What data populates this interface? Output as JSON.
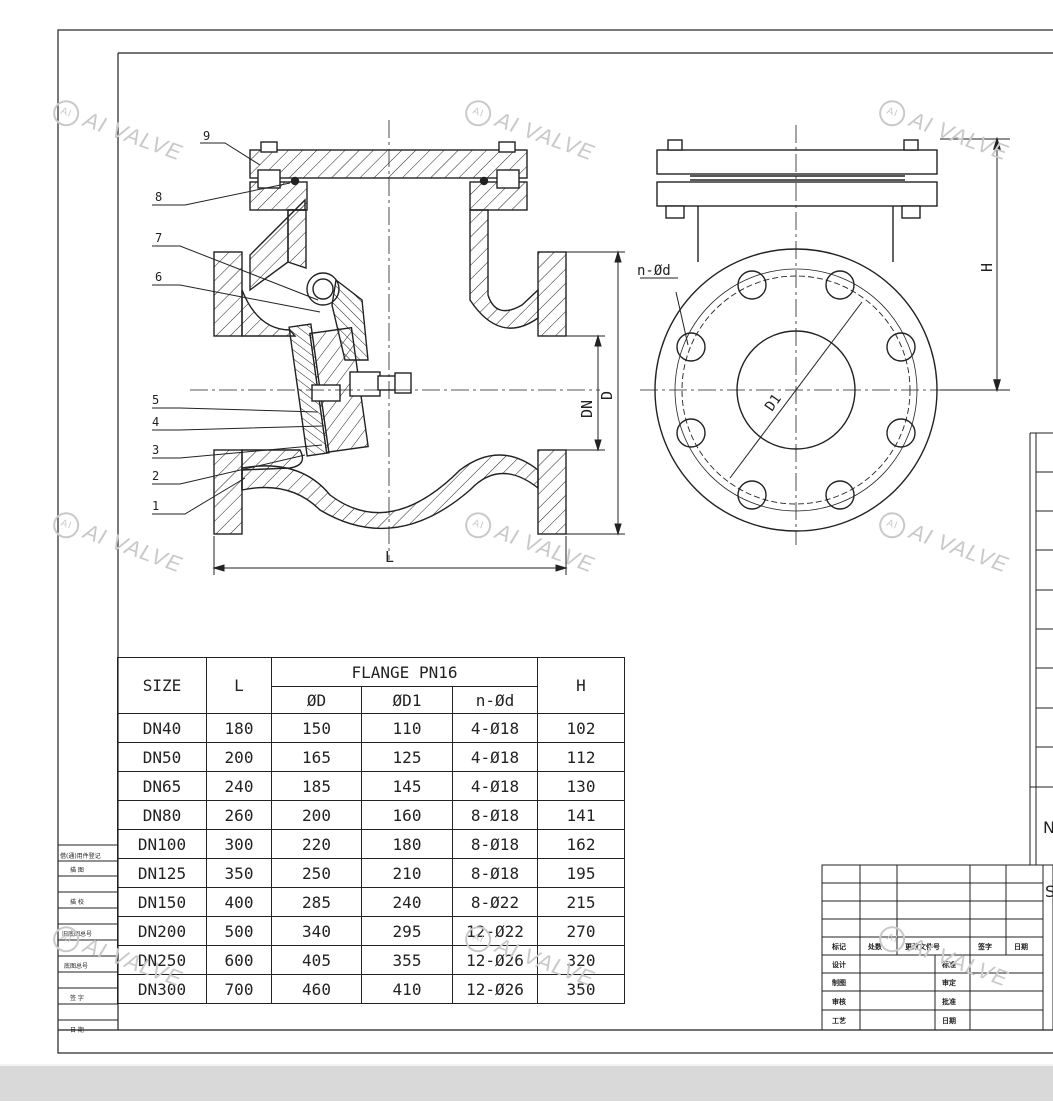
{
  "watermark": "AI VALVE",
  "part_labels": [
    "9",
    "8",
    "7",
    "6",
    "5",
    "4",
    "3",
    "2",
    "1"
  ],
  "dimension_labels": {
    "length": "L",
    "nominal": "DN",
    "diameter": "D",
    "height": "H",
    "bolt_circle": "D1",
    "bolt_holes": "n-Ød"
  },
  "spec_table": {
    "header_size": "SIZE",
    "header_l": "L",
    "header_flange": "FLANGE PN16",
    "header_d": "ØD",
    "header_d1": "ØD1",
    "header_n": "n-Ød",
    "header_h": "H",
    "rows": [
      {
        "size": "DN40",
        "l": "180",
        "d": "150",
        "d1": "110",
        "n": "4-Ø18",
        "h": "102"
      },
      {
        "size": "DN50",
        "l": "200",
        "d": "165",
        "d1": "125",
        "n": "4-Ø18",
        "h": "112"
      },
      {
        "size": "DN65",
        "l": "240",
        "d": "185",
        "d1": "145",
        "n": "4-Ø18",
        "h": "130"
      },
      {
        "size": "DN80",
        "l": "260",
        "d": "200",
        "d1": "160",
        "n": "8-Ø18",
        "h": "141"
      },
      {
        "size": "DN100",
        "l": "300",
        "d": "220",
        "d1": "180",
        "n": "8-Ø18",
        "h": "162"
      },
      {
        "size": "DN125",
        "l": "350",
        "d": "250",
        "d1": "210",
        "n": "8-Ø18",
        "h": "195"
      },
      {
        "size": "DN150",
        "l": "400",
        "d": "285",
        "d1": "240",
        "n": "8-Ø22",
        "h": "215"
      },
      {
        "size": "DN200",
        "l": "500",
        "d": "340",
        "d1": "295",
        "n": "12-Ø22",
        "h": "270"
      },
      {
        "size": "DN250",
        "l": "600",
        "d": "405",
        "d1": "355",
        "n": "12-Ø26",
        "h": "320"
      },
      {
        "size": "DN300",
        "l": "700",
        "d": "460",
        "d1": "410",
        "n": "12-Ø26",
        "h": "350"
      }
    ]
  },
  "title_block": {
    "labels": [
      "标记",
      "处数",
      "更改文件号",
      "签字",
      "日期",
      "设计",
      "标准",
      "制图",
      "审定",
      "审核",
      "批准",
      "工艺",
      "日期"
    ],
    "edge_letter_n": "N",
    "edge_letter_s": "S"
  },
  "left_strip": {
    "labels": [
      "借(通)用件登记",
      "描 图",
      "描 校",
      "旧底图总号",
      "底图总号",
      "签 字",
      "日 期"
    ]
  }
}
